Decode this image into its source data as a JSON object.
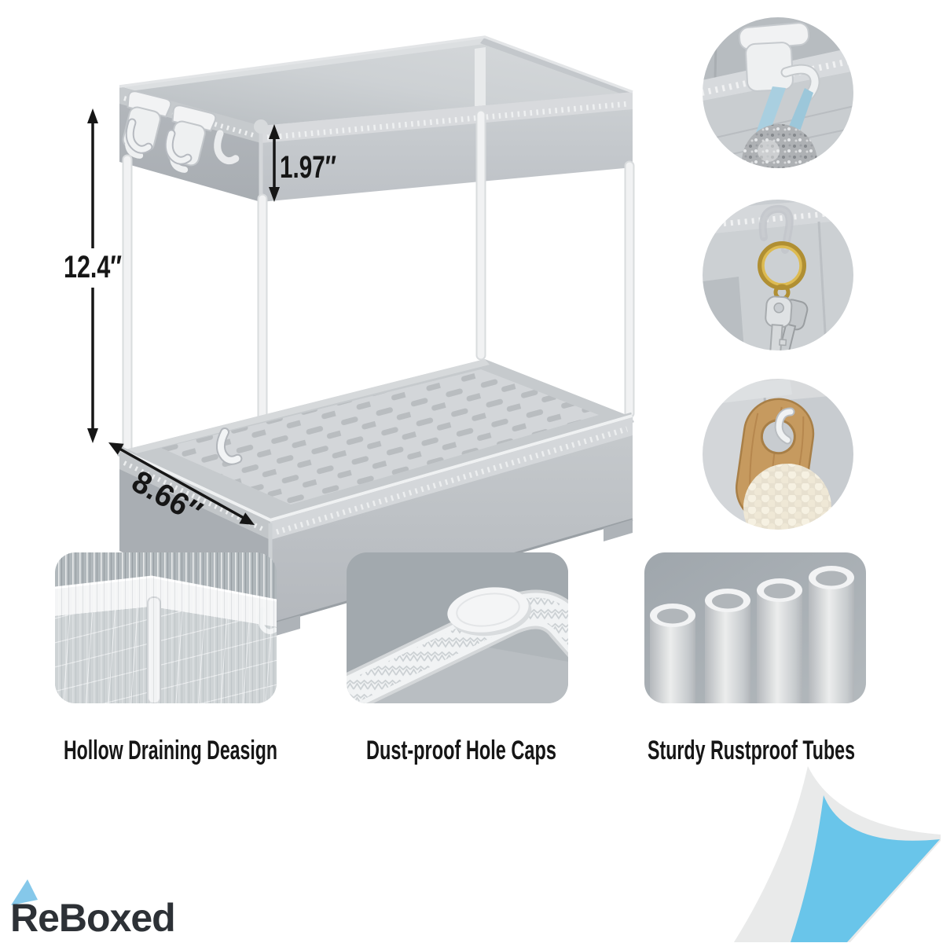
{
  "page": {
    "background": "#ffffff",
    "type": "product-infographic"
  },
  "brand": {
    "logo_text": "ReBoxed",
    "logo_color": "#2d3136",
    "logo_accent_color": "#85c8ea"
  },
  "product": {
    "name": "2-tier under-sink organizer",
    "body_color": "#c2c6ca",
    "leg_color": "#f1f2f3"
  },
  "annotations": {
    "overall_height": "12.4″",
    "tier_height": "1.97″",
    "base_depth": "8.66″",
    "arrow_color": "#161616"
  },
  "detail_circles": [
    {
      "illustration": "over-rim-hook-with-blue-strap-and-scrubber",
      "strap_color": "#a9cfe0"
    },
    {
      "illustration": "side-hook-with-gold-keyring-and-keys",
      "ring_color": "#c3a23e"
    },
    {
      "illustration": "side-hook-with-wooden-brush",
      "wood_color": "#c69a5f",
      "bristle_color": "#f6f1e2"
    }
  ],
  "feature_cards": [
    {
      "caption": "Hollow Draining Deasign",
      "illustration": "rain-draining-mesh-shelf"
    },
    {
      "caption": "Dust-proof Hole Caps",
      "illustration": "corner-hole-cap"
    },
    {
      "caption": "Sturdy Rustproof Tubes",
      "illustration": "four-steel-tubes"
    }
  ],
  "decorations": {
    "page_curl_color": "#69c5ea",
    "page_curl_edge_color": "#e9eaea"
  }
}
